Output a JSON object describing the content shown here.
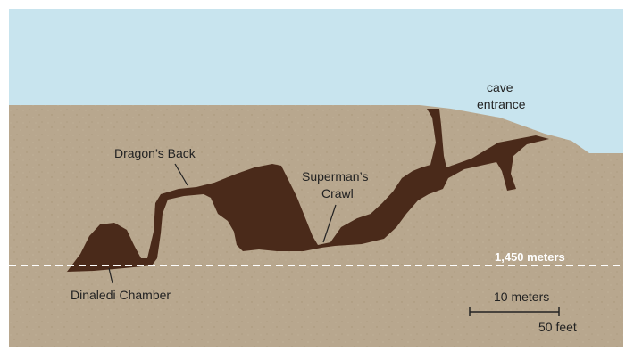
{
  "labels": {
    "cave_entrance_line1": "cave",
    "cave_entrance_line2": "entrance",
    "dragons_back": "Dragon’s Back",
    "supermans_crawl_line1": "Superman’s",
    "supermans_crawl_line2": "Crawl",
    "depth": "1,450 meters",
    "dinaledi_chamber": "Dinaledi Chamber"
  },
  "scale_bar": {
    "metric_label": "10 meters",
    "imperial_label": "50 feet"
  },
  "colors": {
    "sky": "#c8e4ee",
    "ground": "#b8a78e",
    "cave": "#4a2a1a",
    "depth_line": "#ffffff",
    "text": "#222222"
  }
}
